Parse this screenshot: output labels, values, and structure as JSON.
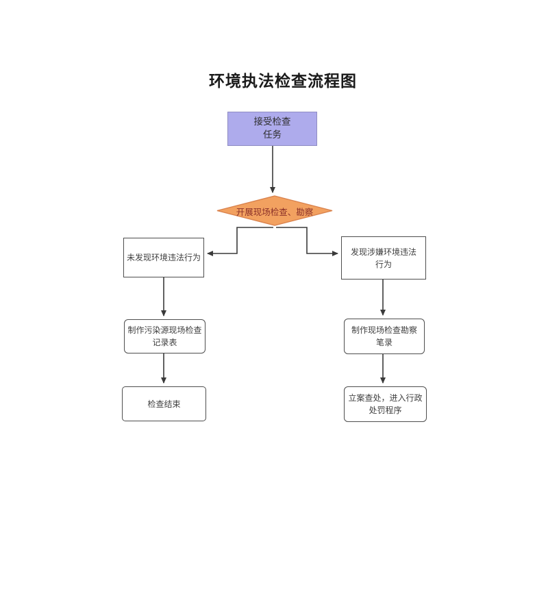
{
  "title": "环境执法检查流程图",
  "colors": {
    "canvas": "#ffffff",
    "line": "#3a3a3a",
    "box-border": "#4d4d4d",
    "text": "#3f3f3f",
    "start-fill": "#aeabec",
    "start-border": "#8f8cc2",
    "diamond-fill": "#f2a160",
    "diamond-border": "#d9824d",
    "diamond-text": "#8a2f28"
  },
  "nodes": {
    "start": {
      "label": "接受检查\n任务"
    },
    "decision": {
      "label": "开展现场检查、勘察"
    },
    "no_violation": {
      "label": "未发现环境违法行为"
    },
    "record_form": {
      "label": "制作污染源现场检查\n记录表"
    },
    "inspection_end": {
      "label": "检查结束"
    },
    "violation_found": {
      "label": "发现涉嫌环境违法\n行为"
    },
    "survey_notes": {
      "label": "制作现场检查勘察\n笔录"
    },
    "case_filing": {
      "label": "立案查处，进入行政\n处罚程序"
    }
  }
}
